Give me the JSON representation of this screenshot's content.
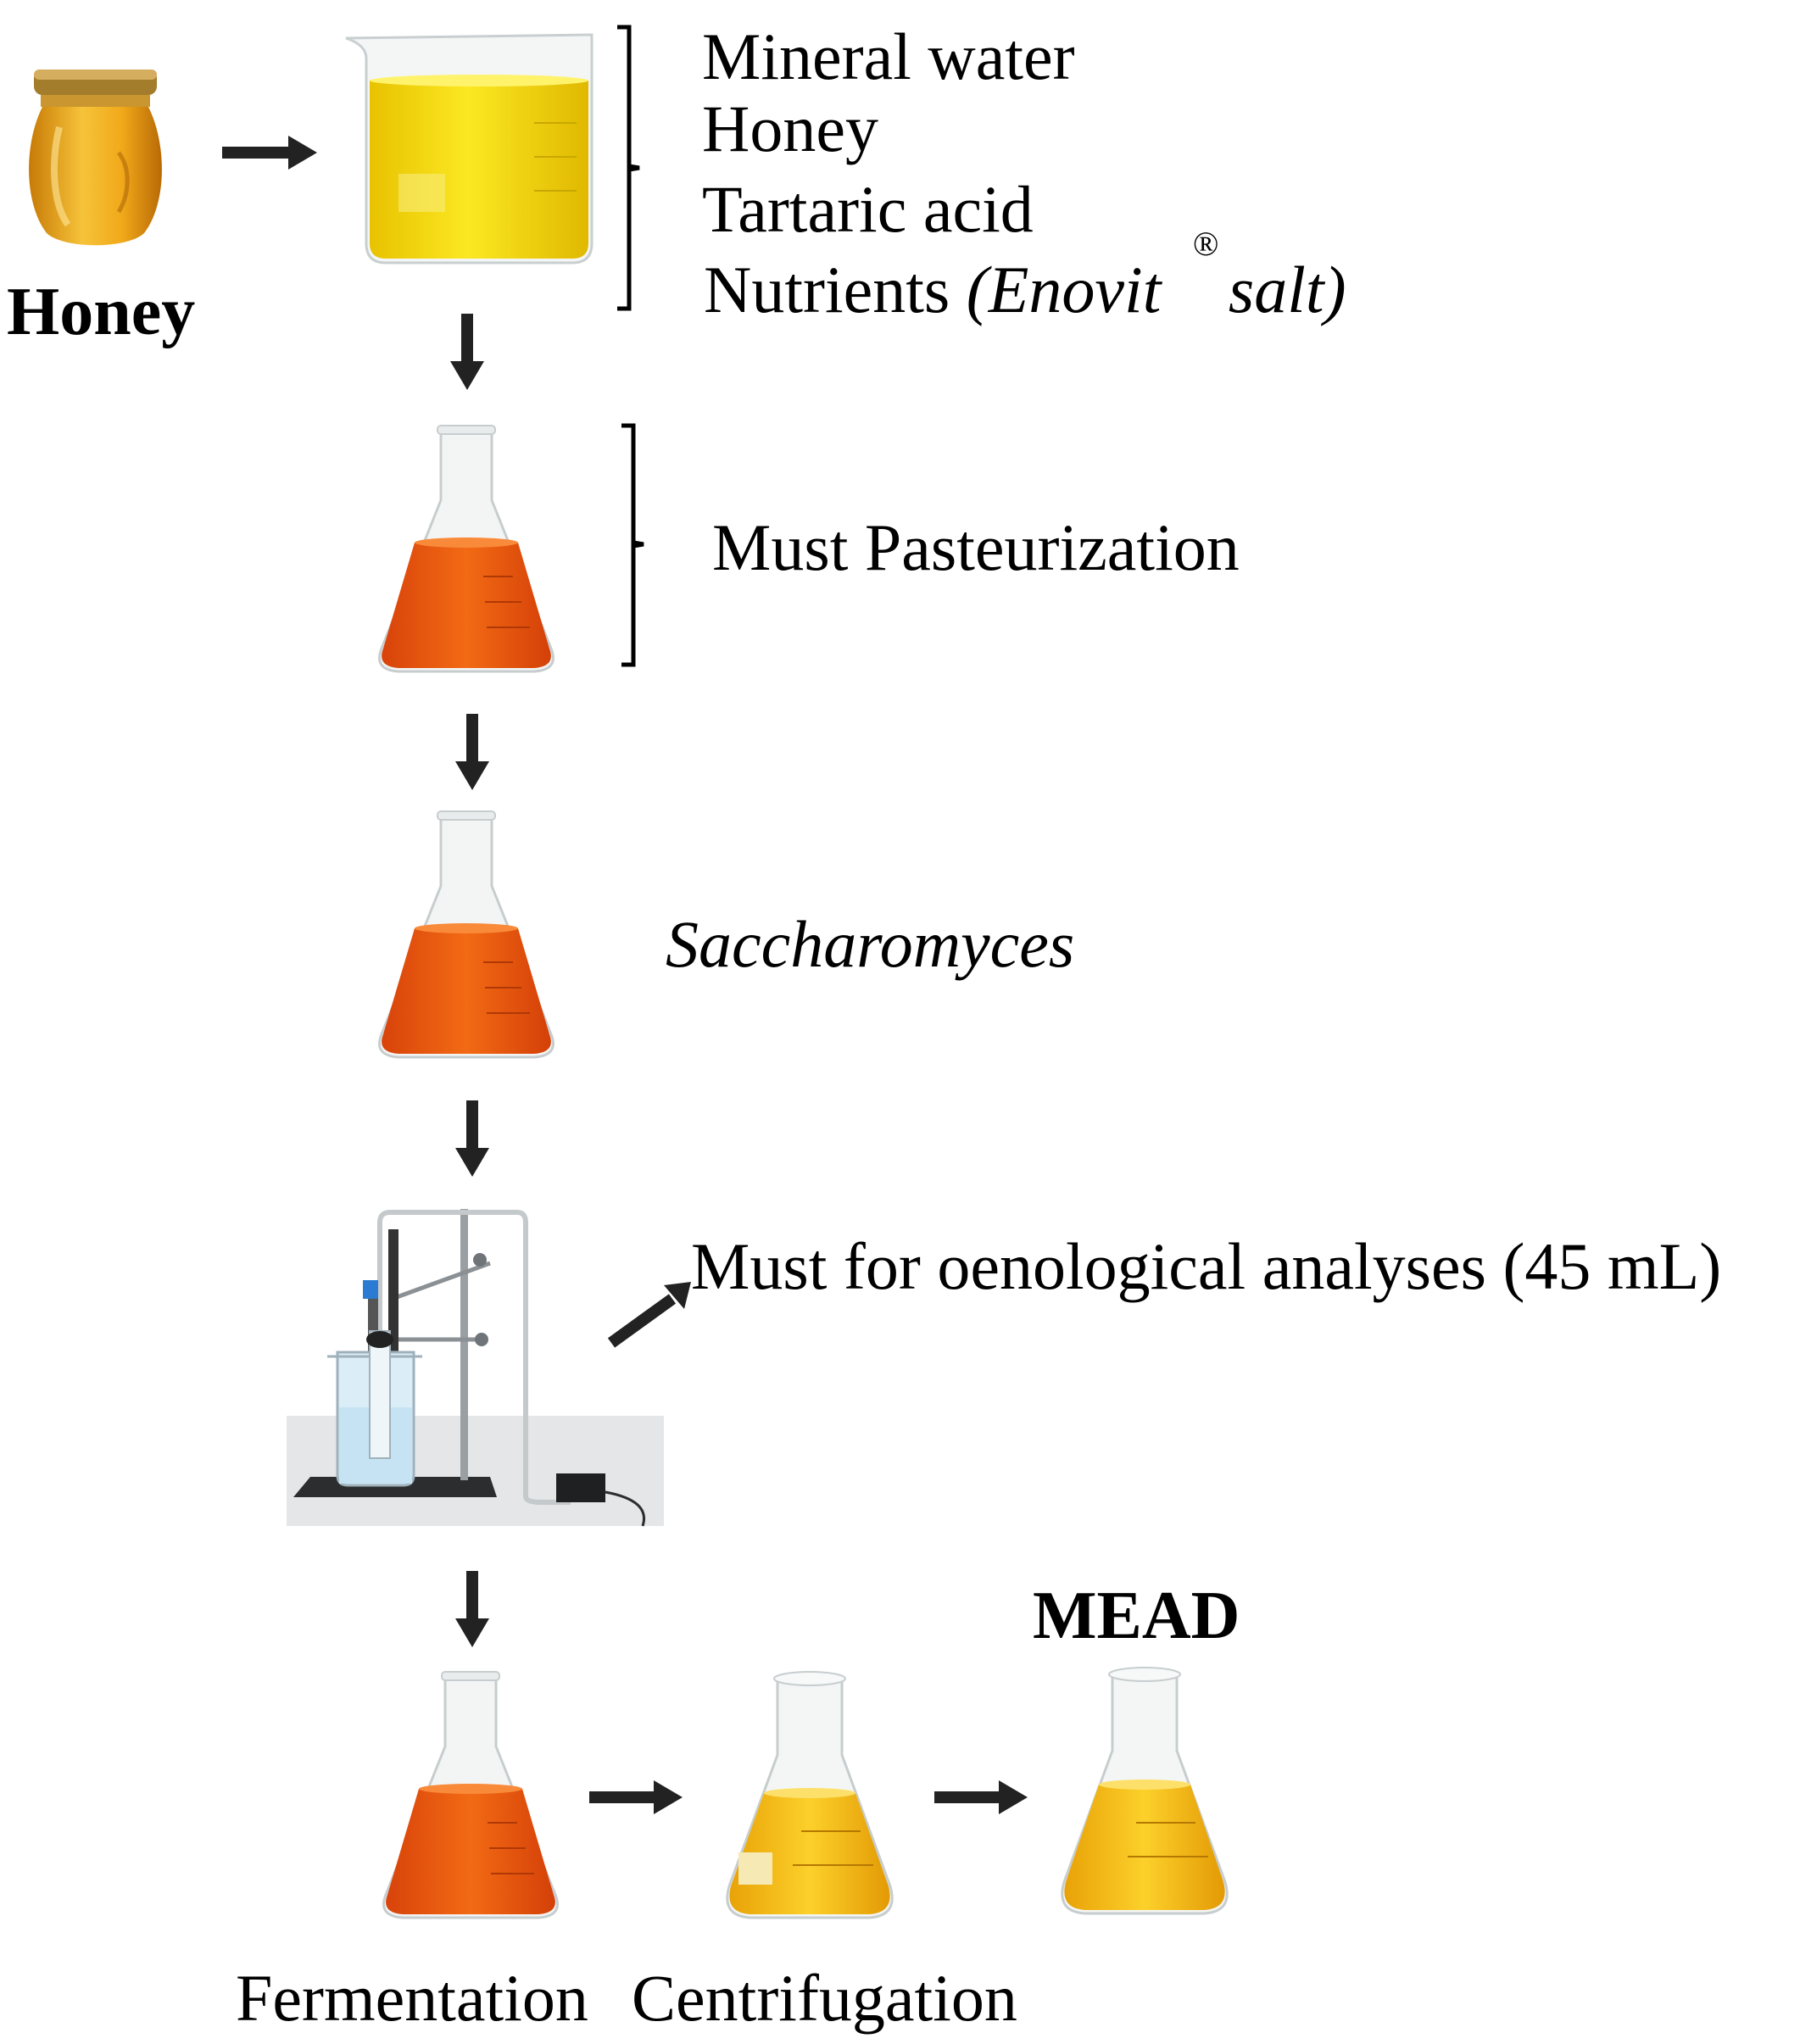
{
  "honey_label": "Honey",
  "ingredients": {
    "mineral_water": "Mineral water",
    "honey": "Honey",
    "tartaric_acid": "Tartaric acid",
    "nutrients_prefix": "Nutrients ",
    "nutrients_open": "(Enovit",
    "registered_mark": "®",
    "nutrients_close": " salt)"
  },
  "pasteurization": "Must Pasteurization",
  "yeast": "Saccharomyces",
  "analysis_sample": "Must for oenological analyses (45 mL)",
  "product": "MEAD",
  "fermentation": "Fermentation",
  "centrifugation": "Centrifugation",
  "colors": {
    "arrow": "#222222",
    "honey_amber": "#f2b21a",
    "beaker_yellow": "#f5e20a",
    "must_orange": "#ea5a0c",
    "mead_gold": "#f7c315"
  },
  "icons": [
    "honey-jar-icon",
    "beaker-icon",
    "erlenmeyer-flask-icon",
    "lab-stand-apparatus-icon",
    "arrow-icon"
  ]
}
